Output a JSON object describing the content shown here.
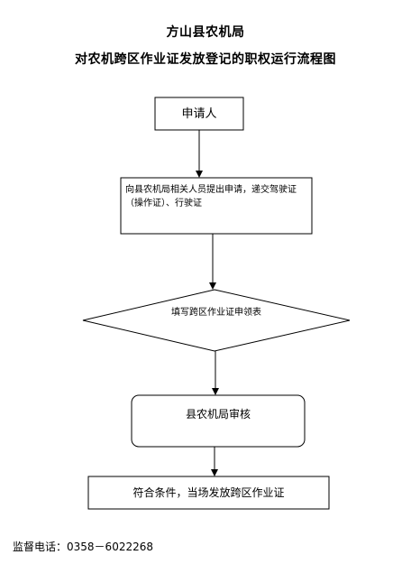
{
  "header": {
    "org": "方山县农机局",
    "title": "对农机跨区作业证发放登记的职权运行流程图"
  },
  "steps": {
    "applicant": "申请人",
    "submit": "向县农机局相关人员提出申请，递交驾驶证（操作证）、行驶证",
    "fill_form": "填写跨区作业证申领表",
    "review": "县农机局审核",
    "issue": "符合条件，当场发放跨区作业证"
  },
  "footer": {
    "phone_label": "监督电话：",
    "phone_number": "0358－6022268"
  }
}
